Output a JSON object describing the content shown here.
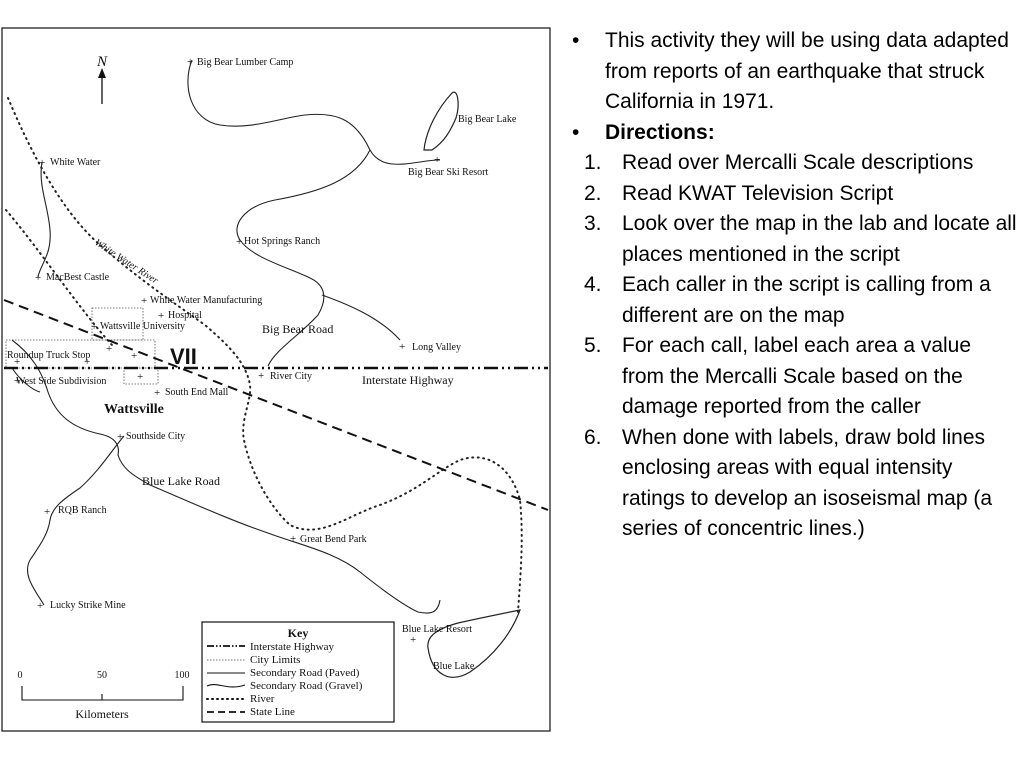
{
  "map": {
    "north": "N",
    "intensity_label": "VII",
    "labels": {
      "big_bear_lumber_camp": "Big Bear Lumber Camp",
      "big_bear_lake": "Big Bear Lake",
      "big_bear_ski_resort": "Big Bear Ski Resort",
      "white_water": "White Water",
      "white_water_river": "White Water River",
      "hot_springs_ranch": "Hot Springs Ranch",
      "macbest_castle": "MacBest Castle",
      "white_water_manufacturing": "White Water Manufacturing",
      "wattsville_university": "Wattsville University",
      "hospital": "Hospital",
      "big_bear_road": "Big Bear Road",
      "roundup_truck_stop": "Roundup Truck Stop",
      "long_valley": "Long Valley",
      "river_city": "River City",
      "interstate_highway": "Interstate Highway",
      "west_side_subdivision": "West Side Subdivision",
      "south_end_mall": "South End Mall",
      "wattsville": "Wattsville",
      "southside_city": "Southside City",
      "blue_lake_road": "Blue Lake Road",
      "rqb_ranch": "RQB Ranch",
      "great_bend_park": "Great Bend Park",
      "lucky_strike_mine": "Lucky Strike Mine",
      "blue_lake_resort": "Blue Lake Resort",
      "blue_lake": "Blue Lake"
    },
    "scale": {
      "ticks": [
        "0",
        "50",
        "100"
      ],
      "unit": "Kilometers"
    },
    "key": {
      "title": "Key",
      "items": [
        "Interstate Highway",
        "City Limits",
        "Secondary Road (Paved)",
        "Secondary Road (Gravel)",
        "River",
        "State Line"
      ]
    }
  },
  "text": {
    "bullet_symbol": "•",
    "intro": "This activity they will be using data adapted from reports of an earthquake that struck California in 1971.",
    "directions_label": "Directions:",
    "steps": [
      {
        "num": "1.",
        "text": "Read over Mercalli Scale descriptions"
      },
      {
        "num": "2.",
        "text": "Read KWAT Television Script"
      },
      {
        "num": "3.",
        "text": "Look over the map in the lab and locate all places mentioned in the script"
      },
      {
        "num": "4.",
        "text": "Each caller in the script is calling from a different are on the map"
      },
      {
        "num": "5.",
        "text": "For each call, label each area a value from the Mercalli Scale based on the damage reported from the caller"
      },
      {
        "num": "6.",
        "text": "When done with labels, draw bold  lines enclosing areas with equal intensity ratings to develop an isoseismal map (a series of concentric lines.)"
      }
    ]
  },
  "colors": {
    "intensity_label": "#e00000",
    "ink": "#111111"
  }
}
